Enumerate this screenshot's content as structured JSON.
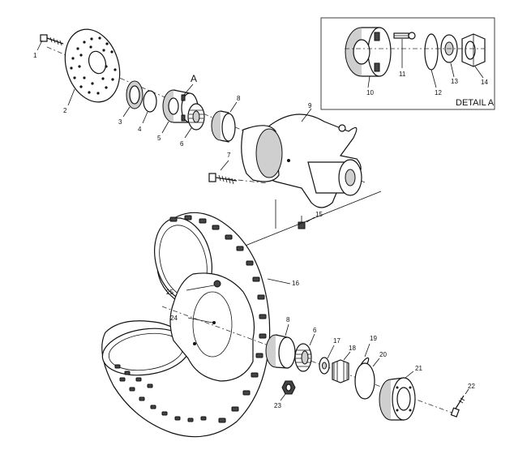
{
  "callouts": {
    "c1": "1",
    "c2": "2",
    "c3": "3",
    "c4": "4",
    "c5": "5",
    "c6": "6",
    "c7": "7",
    "c8": "8",
    "c9": "9",
    "c10": "10",
    "c11": "11",
    "c12": "12",
    "c13": "13",
    "c14": "14",
    "c15": "15",
    "c16": "16",
    "c17": "17",
    "c18": "18",
    "c19": "19",
    "c20": "20",
    "c21": "21",
    "c22": "22",
    "c23": "23",
    "c24": "24",
    "c25": "25",
    "c6b": "6",
    "c8b": "8"
  },
  "reference_letter": "A",
  "detail_title": "DETAIL A"
}
